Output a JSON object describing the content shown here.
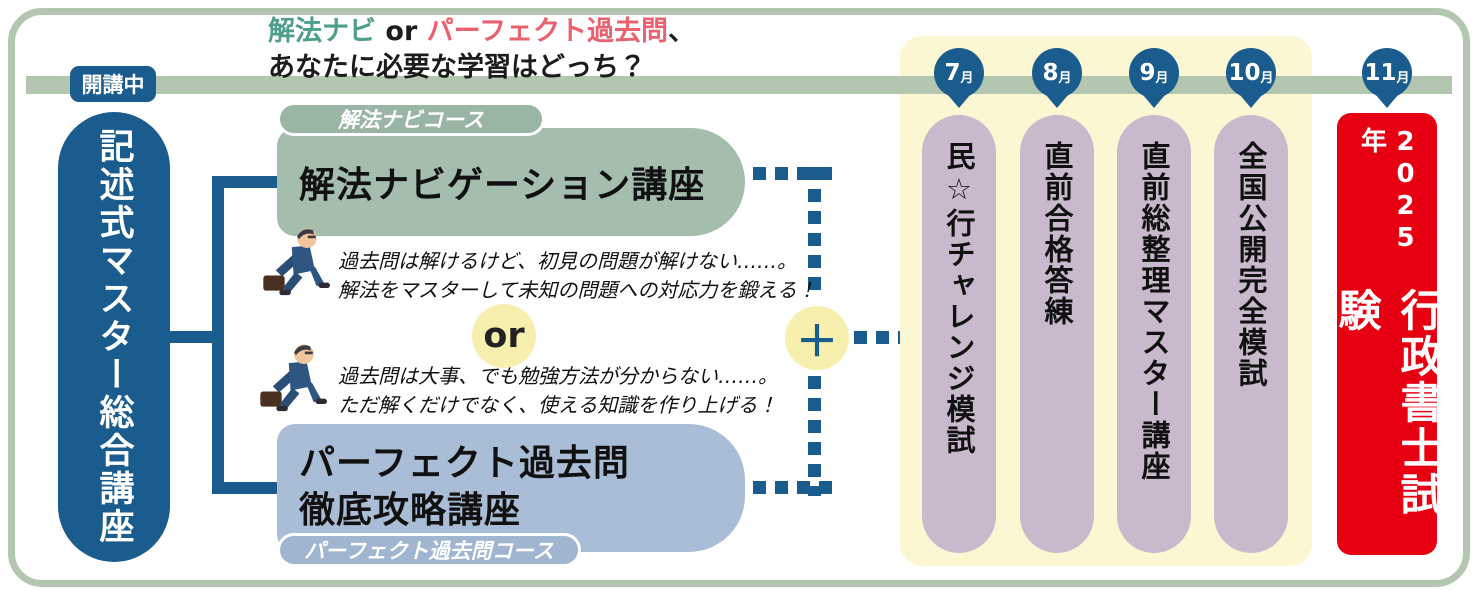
{
  "colors": {
    "dark_blue": "#1b5c8e",
    "sage_green": "#b3c6b0",
    "sage_pill": "#a4bdac",
    "light_blue_pill": "#a9bdd6",
    "lavender_pill": "#c9b9cc",
    "panel_yellow": "#fbf7d3",
    "pale_yellow_circle": "#f6efae",
    "exam_red": "#e60012",
    "title_green": "#4d9e8a",
    "title_pink": "#e8636f"
  },
  "icons": {
    "running_businessman": "running-businessman-icon",
    "month_pin": "map-pin-shape",
    "plus": "plus-connector",
    "or": "or-connector"
  },
  "header": {
    "status_badge": "開講中",
    "title_seg1": "解法ナビ",
    "title_seg2": " or ",
    "title_seg3": "パーフェクト過去問",
    "title_seg4": "、",
    "title_line2": "あなたに必要な学習はどっち？"
  },
  "left_course": {
    "label": "記述式マスター総合講座"
  },
  "navi_course": {
    "tab": "解法ナビコース",
    "title": "解法ナビゲーション講座",
    "desc_line1": "過去問は解けるけど、初見の問題が解けない……。",
    "desc_line2": "解法をマスターして未知の問題への対応力を鍛える！"
  },
  "or_label": "or",
  "plus_label": "＋",
  "perfect_course": {
    "tab": "パーフェクト過去問コース",
    "title_line1": "パーフェクト過去問",
    "title_line2": "徹底攻略講座",
    "desc_line1": "過去問は大事、でも勉強方法が分からない……。",
    "desc_line2": "ただ解くだけでなく、使える知識を作り上げる！"
  },
  "schedule": {
    "months": [
      {
        "num": "7",
        "suffix": "月",
        "label": "民☆行チャレンジ模試"
      },
      {
        "num": "8",
        "suffix": "月",
        "label": "直前合格答練"
      },
      {
        "num": "9",
        "suffix": "月",
        "label": "直前総整理マスター講座"
      },
      {
        "num": "10",
        "suffix": "月",
        "label": "全国公開完全模試"
      }
    ]
  },
  "exam": {
    "month_num": "11",
    "month_suffix": "月",
    "year": "2025年",
    "title": "行政書士試験"
  }
}
